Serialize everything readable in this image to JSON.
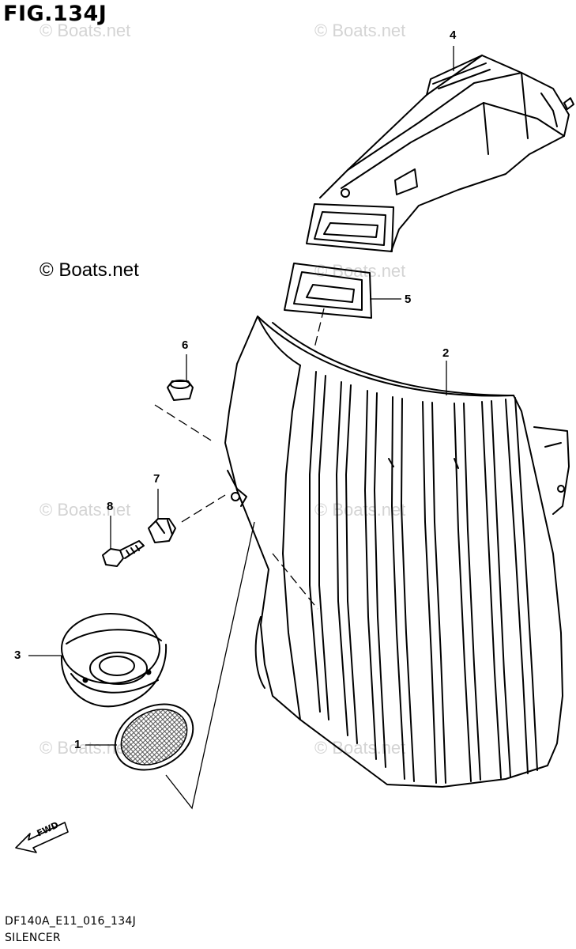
{
  "figure": {
    "title": "FIG.134J",
    "code": "DF140A_E11_016_134J",
    "name": "SILENCER"
  },
  "watermark": {
    "text": "© Boats.net",
    "repeat_text": "© Boats.net"
  },
  "callouts": [
    "1",
    "2",
    "3",
    "4",
    "5",
    "6",
    "7",
    "8"
  ],
  "fwd_label": "FWD"
}
